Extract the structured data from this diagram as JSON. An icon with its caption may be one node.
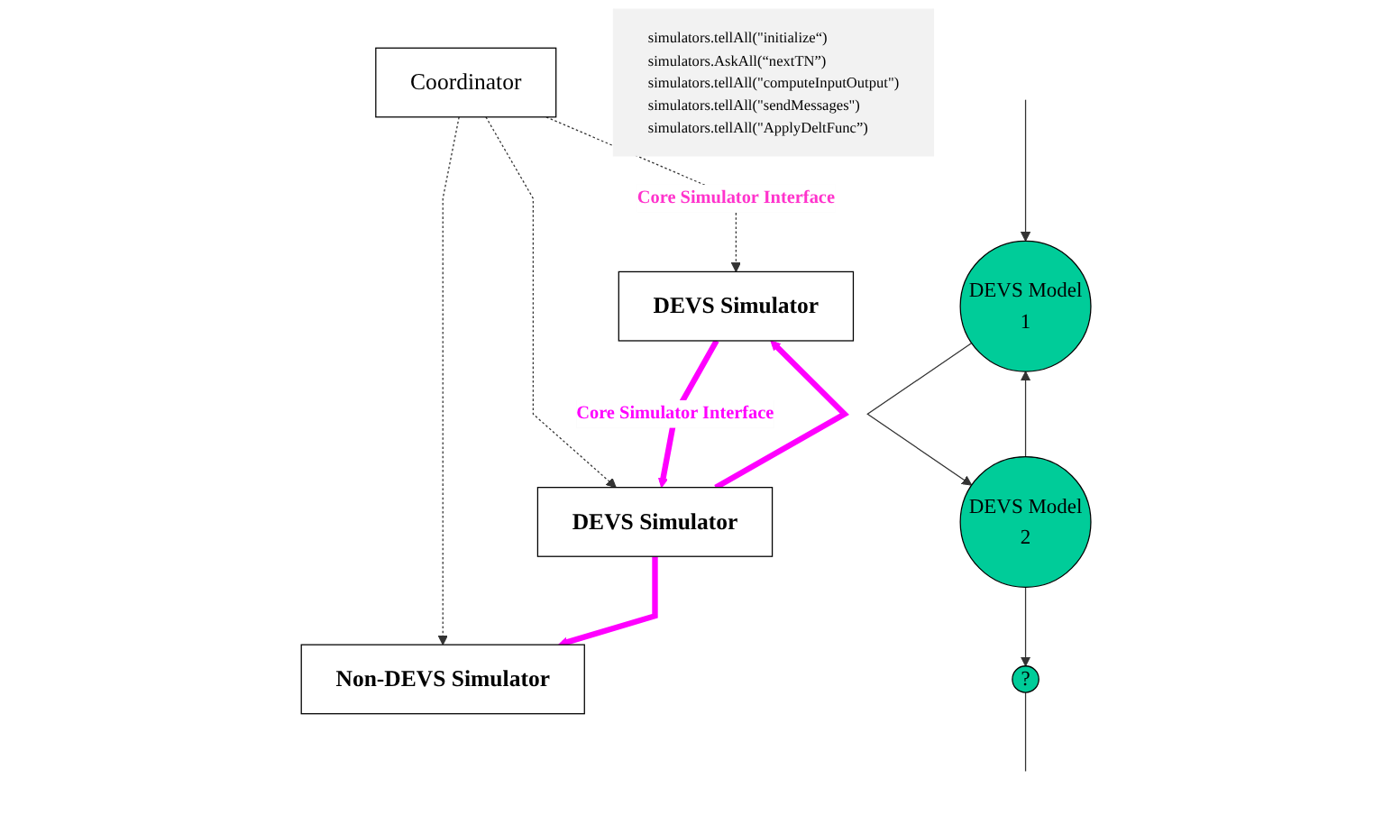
{
  "diagram": {
    "nodes": [
      {
        "text": [
          "Coordinator"
        ]
      },
      {
        "text": [
          "simulators.tellAll(\"initialize“)",
          "simulators.AskAll(“nextTN”)",
          "simulators.tellAll(\"computeInputOutput\")",
          "simulators.tellAll(\"sendMessages\")",
          "simulators.tellAll(\"ApplyDeltFunc”)"
        ]
      },
      {
        "text": [
          "DEVS Simulator"
        ]
      },
      {
        "text": [
          "DEVS Simulator"
        ]
      },
      {
        "text": [
          "Non-DEVS Simulator"
        ]
      },
      {
        "text": [
          "DEVS Model",
          "1"
        ]
      },
      {
        "text": [
          "DEVS Model",
          "2"
        ]
      },
      {
        "text": [
          "?"
        ]
      }
    ],
    "edges": [
      {
        "from": 0,
        "to": 2,
        "arrow": "to",
        "style": "dashed",
        "label": "Core Simulator Interface"
      },
      {
        "from": 0,
        "to": 3,
        "arrow": "to",
        "style": "dashed"
      },
      {
        "from": 0,
        "to": 4,
        "arrow": "to",
        "style": "dashed"
      },
      {
        "from": 2,
        "to": 3,
        "arrow": "to",
        "style": "thick",
        "color": "#ff00ff",
        "label": "Core Simulator Interface"
      },
      {
        "from": 3,
        "to": 2,
        "arrow": "to",
        "style": "thick",
        "color": "#ff00ff"
      },
      {
        "from": 3,
        "to": 4,
        "arrow": "to",
        "style": "thick",
        "color": "#ff00ff"
      },
      {
        "from": null,
        "to": 5,
        "arrow": "to"
      },
      {
        "from": 5,
        "to": 6,
        "arrow": "to"
      },
      {
        "from": 6,
        "to": 5,
        "arrow": "to"
      },
      {
        "from": 6,
        "to": 7,
        "arrow": "to"
      },
      {
        "from": 7,
        "to": null,
        "arrow": "none"
      }
    ]
  }
}
